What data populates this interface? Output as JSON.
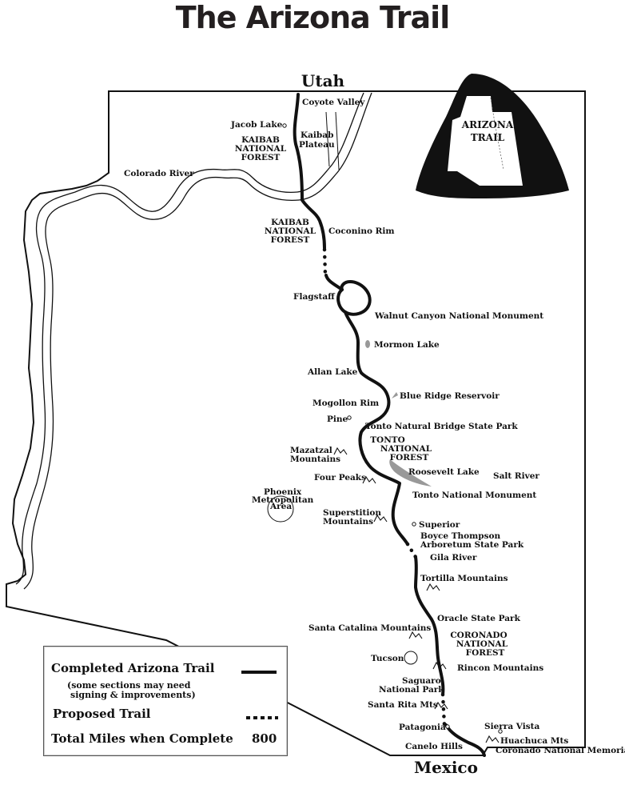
{
  "title": "The Arizona Trail",
  "borders": {
    "north": "Utah",
    "south": "Mexico"
  },
  "badge": {
    "line1": "ARIZONA",
    "line2": "TRAIL"
  },
  "places": {
    "coyote_valley": "Coyote Valley",
    "jacob_lake": "Jacob Lake",
    "kaibab_plateau_1": "Kaibab",
    "kaibab_plateau_2": "Plateau",
    "colorado_river": "Colorado River",
    "coconino_rim": "Coconino Rim",
    "flagstaff": "Flagstaff",
    "walnut_canyon": "Walnut Canyon National Monument",
    "mormon_lake": "Mormon Lake",
    "allan_lake": "Allan Lake",
    "blue_ridge": "Blue Ridge Reservoir",
    "mogollon_rim": "Mogollon Rim",
    "pine": "Pine",
    "tonto_bridge": "Tonto Natural Bridge State Park",
    "mazatzal_1": "Mazatzal",
    "mazatzal_2": "Mountains",
    "roosevelt_lake": "Roosevelt Lake",
    "salt_river": "Salt River",
    "four_peaks": "Four Peaks",
    "tonto_monument": "Tonto National Monument",
    "phoenix_1": "Phoenix",
    "phoenix_2": "Metropolitan",
    "phoenix_3": "Area",
    "superstition_1": "Superstition",
    "superstition_2": "Mountains",
    "superior": "Superior",
    "boyce_1": "Boyce Thompson",
    "boyce_2": "Arboretum State Park",
    "gila_river": "Gila River",
    "tortilla": "Tortilla Mountains",
    "santa_catalina": "Santa Catalina Mountains",
    "oracle": "Oracle State Park",
    "tucson": "Tucson",
    "rincon": "Rincon Mountains",
    "saguaro_1": "Saguaro",
    "saguaro_2": "National Park",
    "santa_rita": "Santa Rita Mts",
    "patagonia": "Patagonia",
    "sierra_vista": "Sierra Vista",
    "huachuca": "Huachuca Mts",
    "coronado_memorial": "Coronado National Memorial",
    "canelo_hills": "Canelo Hills"
  },
  "forests": {
    "kaibab_1": [
      "KAIBAB",
      "NATIONAL",
      "FOREST"
    ],
    "kaibab_2": [
      "KAIBAB",
      "NATIONAL",
      "FOREST"
    ],
    "tonto": [
      "TONTO",
      "NATIONAL",
      "FOREST"
    ],
    "coronado": [
      "CORONADO",
      "NATIONAL",
      "FOREST"
    ]
  },
  "legend": {
    "completed": "Completed Arizona Trail",
    "completed_note_1": "(some sections may need",
    "completed_note_2": "signing & improvements)",
    "proposed": "Proposed Trail",
    "total_label": "Total Miles when Complete",
    "total_value": "800"
  },
  "colors": {
    "ink": "#111111",
    "lake": "#999999",
    "background": "#ffffff"
  }
}
